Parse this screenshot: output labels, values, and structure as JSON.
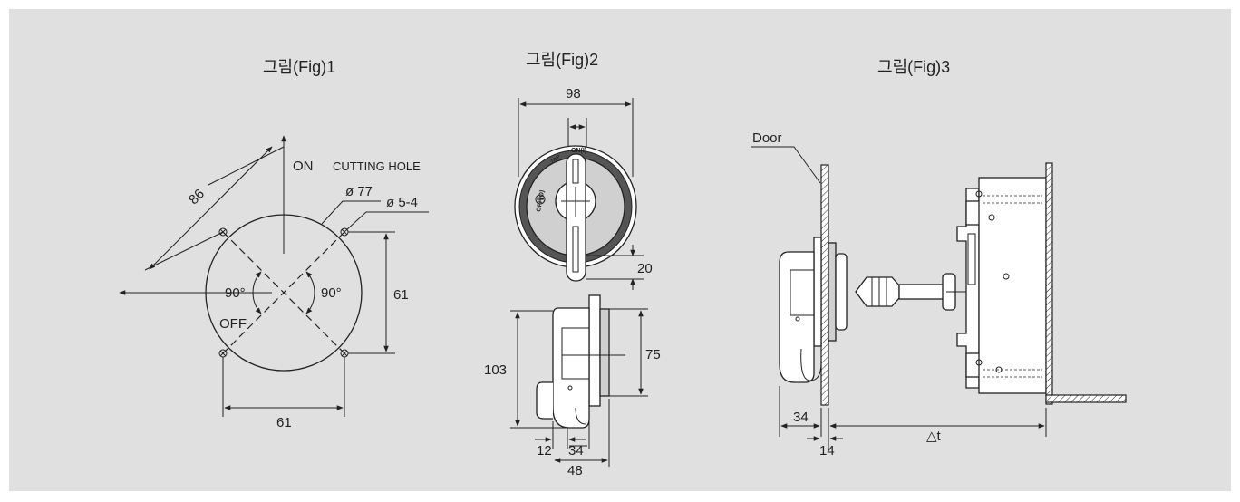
{
  "figures": [
    {
      "title": "그림(Fig)1",
      "labels": {
        "on": "ON",
        "off": "OFF",
        "cutting_hole": "CUTTING HOLE",
        "dia_hole": "ø 77",
        "dia_screw": "ø 5-4",
        "angle_left": "90°",
        "angle_right": "90°"
      },
      "dims": {
        "diag": "86",
        "vertical": "61",
        "horizontal": "61"
      }
    },
    {
      "title": "그림(Fig)2",
      "labels": {
        "on_mark": "ON(I)",
        "off_mark": "OFF(O)",
        "trip_mark": "TRIP"
      },
      "dims": {
        "width": "98",
        "handle": "20",
        "height_total": "103",
        "height_flange": "75",
        "d12": "12",
        "d34": "34",
        "d48": "48"
      }
    },
    {
      "title": "그림(Fig)3",
      "labels": {
        "door": "Door"
      },
      "dims": {
        "d34": "34",
        "d14": "14",
        "delta": "△t"
      }
    }
  ]
}
